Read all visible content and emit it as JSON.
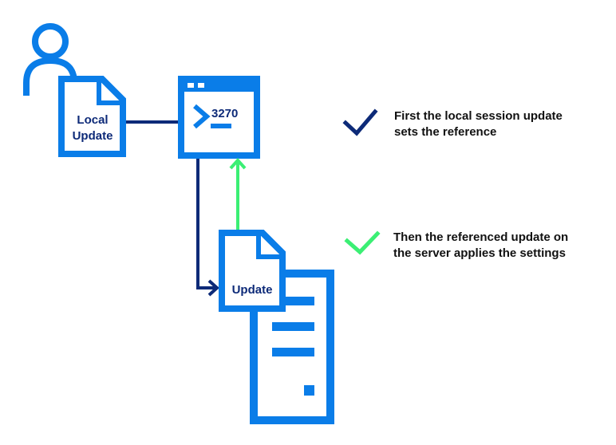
{
  "nodes": {
    "local_update": {
      "line1": "Local",
      "line2": "Update"
    },
    "terminal": {
      "label": "3270"
    },
    "update": {
      "label": "Update"
    }
  },
  "notes": {
    "first": {
      "line1": "First the local session update",
      "line2": "sets the reference"
    },
    "second": {
      "line1": "Then the referenced update on",
      "line2": "the server applies the settings"
    }
  },
  "colors": {
    "primary": "#0a7de8",
    "dark": "#0d2a78",
    "green": "#3bef74",
    "text": "#111111"
  }
}
